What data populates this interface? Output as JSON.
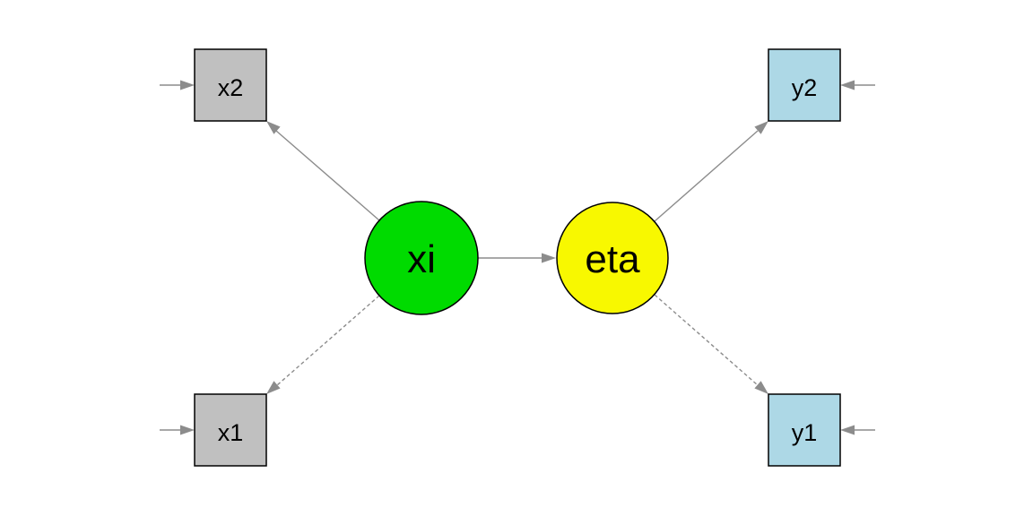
{
  "diagram": {
    "title": "structural-equation-model-path-diagram",
    "background": "#FFFFFF",
    "edge_color": "#8C8C8C",
    "border_color": "#000000",
    "label_color": "#000000",
    "nodes": {
      "xi": {
        "label": "xi",
        "type": "latent",
        "shape": "circle",
        "fill": "#00DB00"
      },
      "eta": {
        "label": "eta",
        "type": "latent",
        "shape": "circle",
        "fill": "#F8F800"
      },
      "x2": {
        "label": "x2",
        "type": "observed",
        "shape": "square",
        "fill": "#C0C0C0"
      },
      "x1": {
        "label": "x1",
        "type": "observed",
        "shape": "square",
        "fill": "#C0C0C0"
      },
      "y2": {
        "label": "y2",
        "type": "observed",
        "shape": "square",
        "fill": "#ADD8E6"
      },
      "y1": {
        "label": "y1",
        "type": "observed",
        "shape": "square",
        "fill": "#ADD8E6"
      }
    },
    "edges": [
      {
        "from": "xi",
        "to": "x2",
        "style": "solid",
        "kind": "loading"
      },
      {
        "from": "xi",
        "to": "x1",
        "style": "dashed",
        "kind": "loading"
      },
      {
        "from": "xi",
        "to": "eta",
        "style": "solid",
        "kind": "regression"
      },
      {
        "from": "eta",
        "to": "y2",
        "style": "solid",
        "kind": "loading"
      },
      {
        "from": "eta",
        "to": "y1",
        "style": "dashed",
        "kind": "loading"
      },
      {
        "from": "",
        "to": "x2",
        "style": "solid",
        "kind": "residual"
      },
      {
        "from": "",
        "to": "x1",
        "style": "solid",
        "kind": "residual"
      },
      {
        "from": "",
        "to": "y2",
        "style": "solid",
        "kind": "residual"
      },
      {
        "from": "",
        "to": "y1",
        "style": "solid",
        "kind": "residual"
      }
    ]
  }
}
